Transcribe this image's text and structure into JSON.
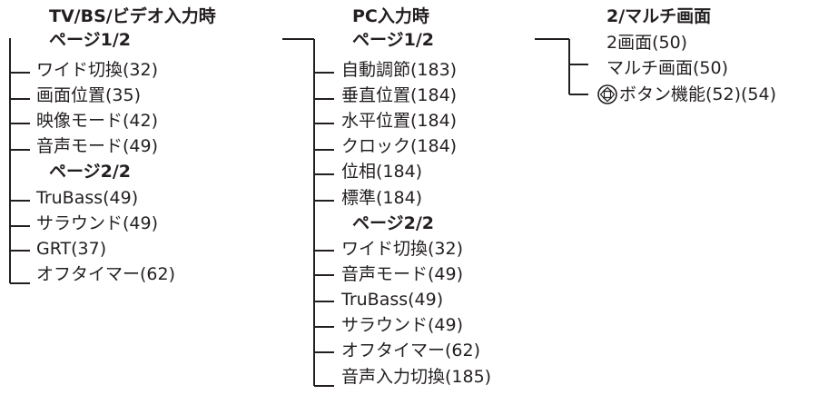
{
  "diagram": {
    "tv_bs_video": {
      "title": "TV/BS/ビデオ入力時",
      "page1_label": "ページ1/2",
      "page1_items": [
        "ワイド切換(32)",
        "画面位置(35)",
        "映像モード(42)",
        "音声モード(49)"
      ],
      "page2_label": "ページ2/2",
      "page2_items": [
        "TruBass(49)",
        "サラウンド(49)",
        "GRT(37)",
        "オフタイマー(62)"
      ]
    },
    "pc_input": {
      "title": "PC入力時",
      "page1_label": "ページ1/2",
      "page1_items": [
        "自動調節(183)",
        "垂直位置(184)",
        "水平位置(184)",
        "クロック(184)",
        "位相(184)",
        "標準(184)"
      ],
      "page2_label": "ページ2/2",
      "page2_items": [
        "ワイド切換(32)",
        "音声モード(49)",
        "TruBass(49)",
        "サラウンド(49)",
        "オフタイマー(62)",
        "音声入力切換(185)"
      ]
    },
    "multi_screen": {
      "title": "2/マルチ画面",
      "items": [
        "2画面(50)",
        "マルチ画面(50)",
        "ボタン機能(52)(54)"
      ],
      "button_icon": "directional-pad-icon"
    }
  }
}
